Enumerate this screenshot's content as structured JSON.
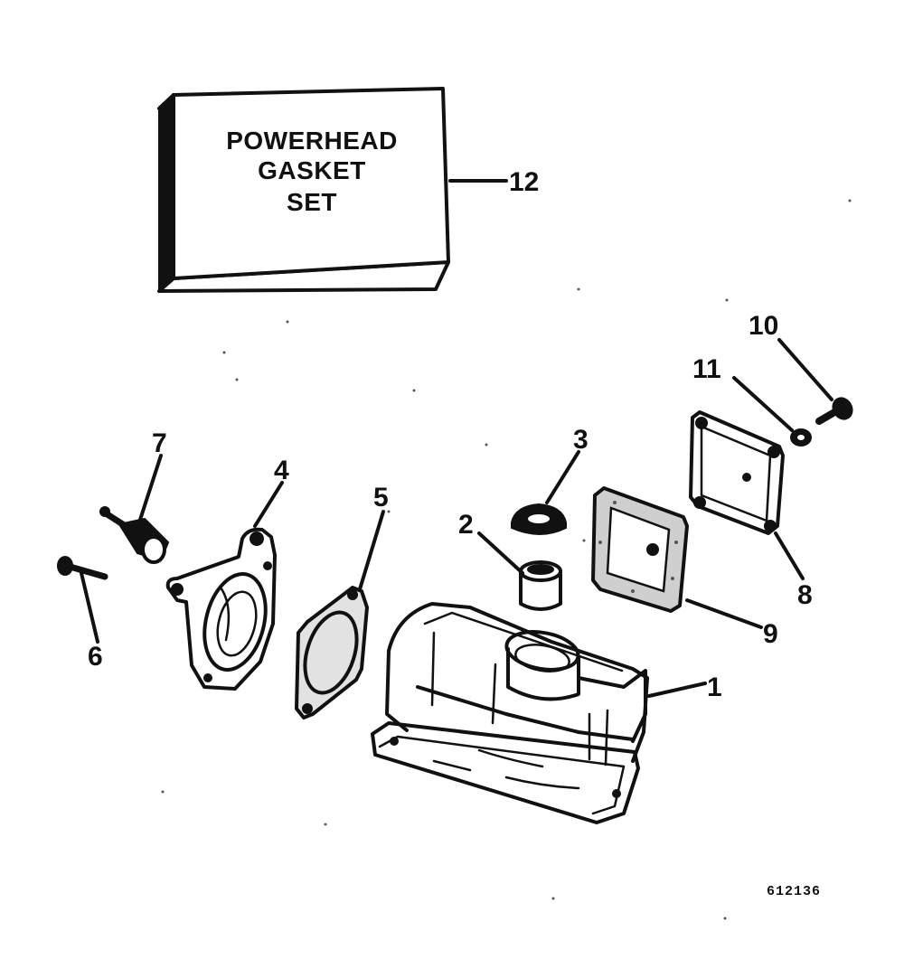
{
  "gasket_set_box": {
    "lines": [
      "POWERHEAD",
      "GASKET",
      "SET"
    ]
  },
  "callouts": {
    "c1": "1",
    "c2": "2",
    "c3": "3",
    "c4": "4",
    "c5": "5",
    "c6": "6",
    "c7": "7",
    "c8": "8",
    "c9": "9",
    "c10": "10",
    "c11": "11",
    "c12": "12"
  },
  "figure_code": "612136"
}
